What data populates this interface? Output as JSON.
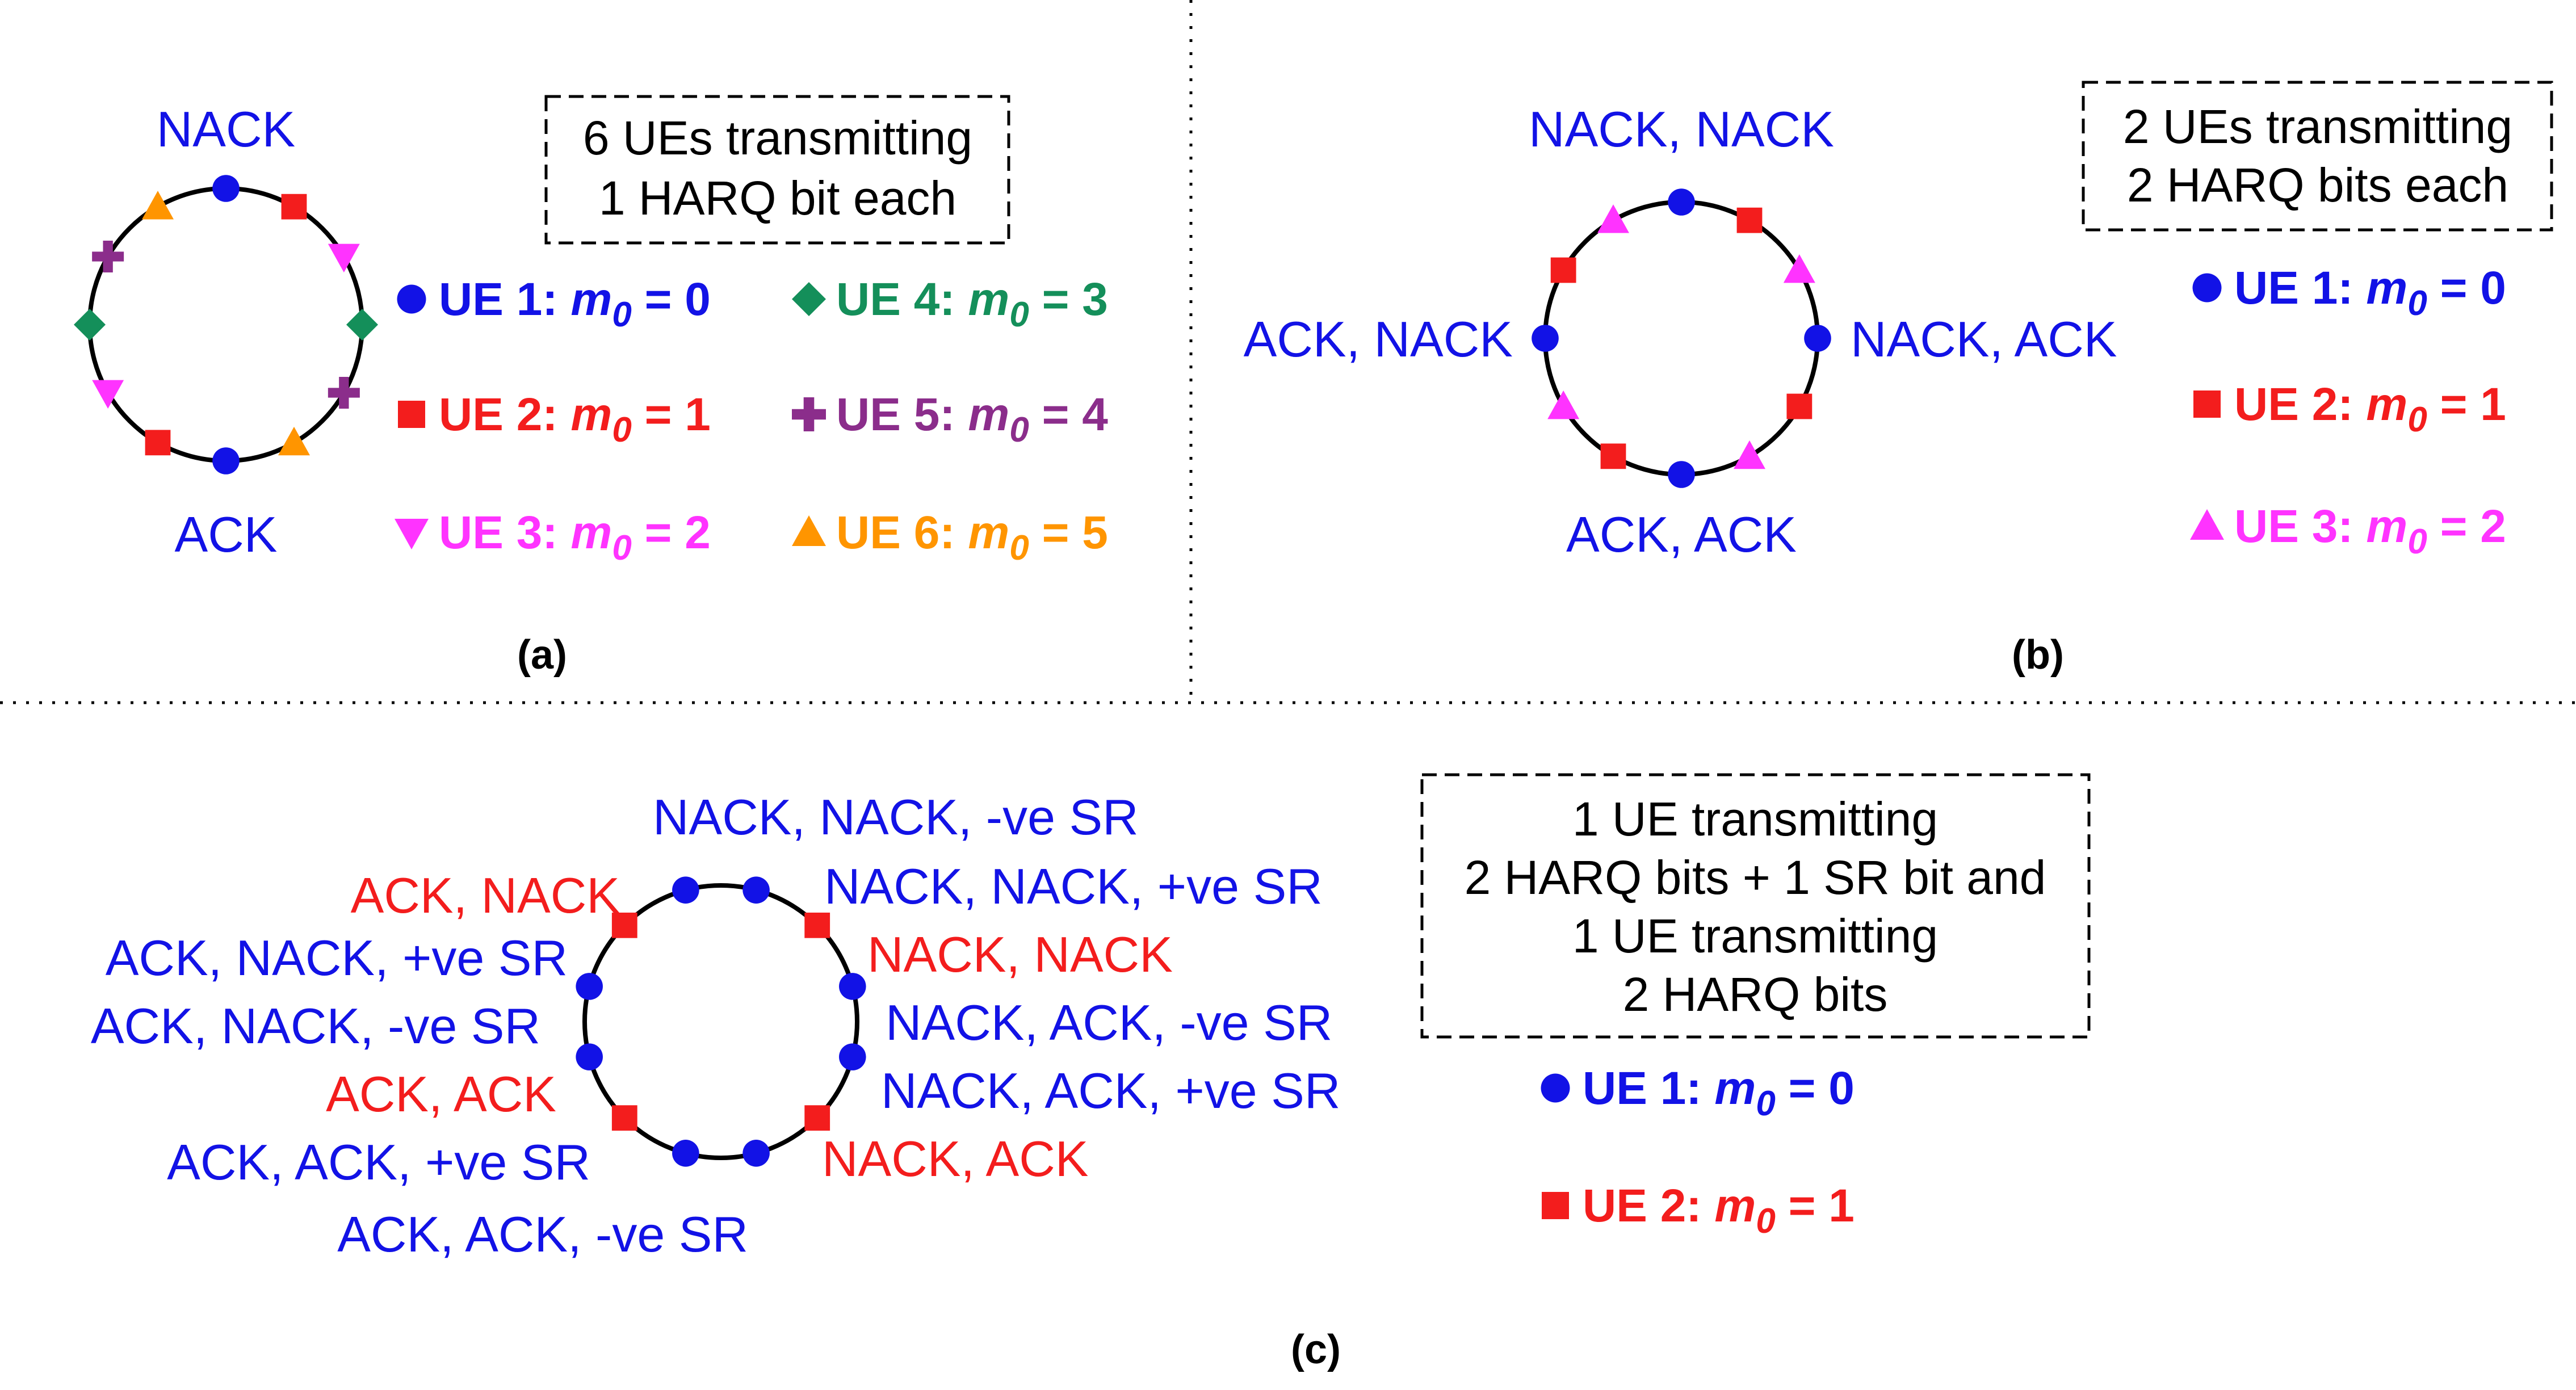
{
  "colors": {
    "ue1": "#1212e6",
    "ue2": "#f31d1d",
    "ue3": "#ff33ff",
    "ue4": "#148f5a",
    "ue5": "#8b2d8b",
    "ue6": "#ff9500",
    "label_blue": "#1212e6",
    "label_red": "#f31d1d",
    "black": "#000000"
  },
  "panel_a": {
    "caption": "(a)",
    "box_lines": [
      "6 UEs transmitting",
      "1 HARQ bit each"
    ],
    "top_label": "NACK",
    "bottom_label": "ACK",
    "legend": [
      {
        "ue": "UE 1:",
        "m": "m",
        "sub": "0",
        "eq": " = 0",
        "marker": "circle-icon",
        "color": "ue1"
      },
      {
        "ue": "UE 2:",
        "m": "m",
        "sub": "0",
        "eq": " = 1",
        "marker": "square-icon",
        "color": "ue2"
      },
      {
        "ue": "UE 3:",
        "m": "m",
        "sub": "0",
        "eq": " = 2",
        "marker": "triangle-down-icon",
        "color": "ue3"
      },
      {
        "ue": "UE 4:",
        "m": "m",
        "sub": "0",
        "eq": " = 3",
        "marker": "diamond-icon",
        "color": "ue4"
      },
      {
        "ue": "UE 5:",
        "m": "m",
        "sub": "0",
        "eq": " = 4",
        "marker": "plus-icon",
        "color": "ue5"
      },
      {
        "ue": "UE 6:",
        "m": "m",
        "sub": "0",
        "eq": " = 5",
        "marker": "triangle-up-icon",
        "color": "ue6"
      }
    ]
  },
  "panel_b": {
    "caption": "(b)",
    "box_lines": [
      "2 UEs transmitting",
      "2 HARQ bits each"
    ],
    "labels": {
      "top": "NACK, NACK",
      "left": "ACK, NACK",
      "right": "NACK, ACK",
      "bottom": "ACK, ACK"
    },
    "legend": [
      {
        "ue": "UE 1:",
        "m": "m",
        "sub": "0",
        "eq": " = 0",
        "marker": "circle-icon",
        "color": "ue1"
      },
      {
        "ue": "UE 2:",
        "m": "m",
        "sub": "0",
        "eq": " = 1",
        "marker": "square-icon",
        "color": "ue2"
      },
      {
        "ue": "UE 3:",
        "m": "m",
        "sub": "0",
        "eq": " = 2",
        "marker": "triangle-up-icon",
        "color": "ue3"
      }
    ]
  },
  "panel_c": {
    "caption": "(c)",
    "box_lines": [
      "1 UE transmitting",
      "2 HARQ bits + 1 SR bit and",
      "1 UE transmitting",
      "2 HARQ bits"
    ],
    "labels": {
      "nn_neg": "NACK, NACK, -ve SR",
      "nn_pos": "NACK, NACK, +ve SR",
      "nn": "NACK, NACK",
      "na_neg": "NACK, ACK, -ve SR",
      "na_pos": "NACK, ACK, +ve SR",
      "na": "NACK, ACK",
      "an": "ACK, NACK",
      "an_pos": "ACK, NACK, +ve SR",
      "an_neg": "ACK, NACK, -ve SR",
      "aa": "ACK, ACK",
      "aa_pos": "ACK, ACK, +ve SR",
      "aa_neg": "ACK, ACK, -ve SR"
    },
    "legend": [
      {
        "ue": "UE 1:",
        "m": "m",
        "sub": "0",
        "eq": " = 0",
        "marker": "circle-icon",
        "color": "ue1"
      },
      {
        "ue": "UE 2:",
        "m": "m",
        "sub": "0",
        "eq": " = 1",
        "marker": "square-icon",
        "color": "ue2"
      }
    ]
  }
}
